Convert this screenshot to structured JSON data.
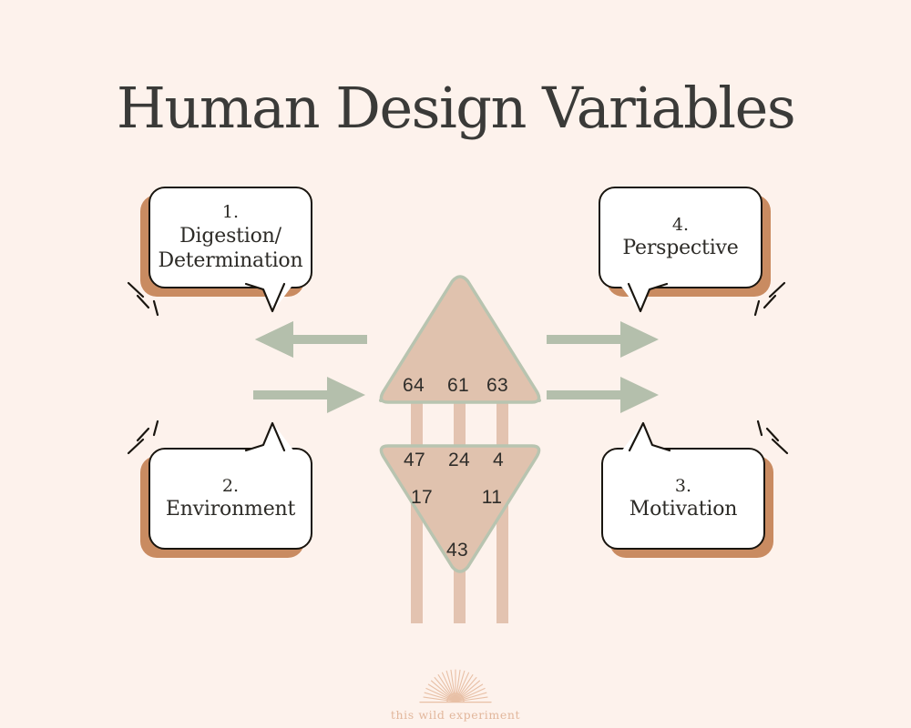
{
  "page": {
    "title": "Human Design Variables",
    "background_color": "#fdf2ec"
  },
  "colors": {
    "background": "#fdf2ec",
    "triangle_fill": "#e0c2ae",
    "triangle_stroke": "#b8c4b0",
    "channel_bar": "#e3c3b0",
    "arrow": "#b4bfac",
    "bubble_shadow": "#c98b61",
    "bubble_outline": "#19150f",
    "bubble_fill": "#ffffff",
    "text_dark": "#2d2b27",
    "logo": "#e2b79c"
  },
  "bubbles": [
    {
      "id": "digestion",
      "number": "1.",
      "label": "Digestion/\nDetermination",
      "corner": "top-left",
      "tail": "down-right",
      "accent_side": "left"
    },
    {
      "id": "perspective",
      "number": "4.",
      "label": "Perspective",
      "corner": "top-right",
      "tail": "down-left",
      "accent_side": "right"
    },
    {
      "id": "environment",
      "number": "2.",
      "label": "Environment",
      "corner": "bottom-left",
      "tail": "up-right",
      "accent_side": "left"
    },
    {
      "id": "motivation",
      "number": "3.",
      "label": "Motivation",
      "corner": "bottom-right",
      "tail": "up-left",
      "accent_side": "right"
    }
  ],
  "arrows": [
    {
      "id": "left-upper",
      "direction": "left",
      "side": "left",
      "points_to": "digestion"
    },
    {
      "id": "left-lower",
      "direction": "right",
      "side": "left",
      "points_to": "center"
    },
    {
      "id": "right-upper",
      "direction": "right",
      "side": "right",
      "points_to": "perspective"
    },
    {
      "id": "right-lower",
      "direction": "right",
      "side": "right",
      "points_to": "motivation"
    }
  ],
  "center": {
    "upper_triangle": {
      "orientation": "up",
      "gates": [
        "64",
        "61",
        "63"
      ]
    },
    "lower_triangle": {
      "orientation": "down",
      "gates_row1": [
        "47",
        "24",
        "4"
      ],
      "gates_row2": [
        "17",
        "11"
      ],
      "gates_row3": [
        "43"
      ]
    },
    "channels": 3
  },
  "logo": {
    "name": "sunburst-logo",
    "text": "this wild experiment"
  }
}
